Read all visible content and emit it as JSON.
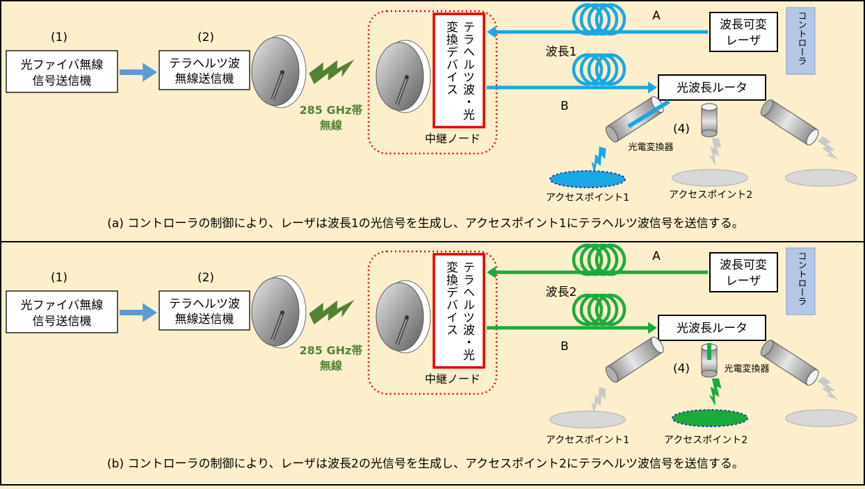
{
  "panels": [
    {
      "id": "a",
      "label_1": "(1)",
      "label_2": "(2)",
      "tx1_lines": [
        "光ファイバ無線",
        "信号送信機"
      ],
      "tx2_lines": [
        "テラヘルツ波",
        "無線送信機"
      ],
      "band_lines": [
        "285 GHz帯",
        "無線"
      ],
      "converter_lines": [
        "テラヘルツ波・光",
        "変換デバイス"
      ],
      "relay_label": "中継ノード",
      "laser_lines": [
        "波長可変",
        "レーザ"
      ],
      "router_label": "光波長ルータ",
      "controller_label": "コントローラ",
      "fiber_a": "A",
      "fiber_b": "B",
      "wavelength": "波長1",
      "label_4": "(4)",
      "photo_converter": "光電変換器",
      "ap1": "アクセスポイント1",
      "ap2": "アクセスポイント2",
      "caption": "(a) コントローラの制御により、レーザは波長1の光信号を生成し、アクセスポイント1にテラヘルツ波信号を送信する。",
      "active_color": "#1ba7e1",
      "active_ap": 1
    },
    {
      "id": "b",
      "label_1": "(1)",
      "label_2": "(2)",
      "tx1_lines": [
        "光ファイバ無線",
        "信号送信機"
      ],
      "tx2_lines": [
        "テラヘルツ波",
        "無線送信機"
      ],
      "band_lines": [
        "285 GHz帯",
        "無線"
      ],
      "converter_lines": [
        "テラヘルツ波・光",
        "変換デバイス"
      ],
      "relay_label": "中継ノード",
      "laser_lines": [
        "波長可変",
        "レーザ"
      ],
      "router_label": "光波長ルータ",
      "controller_label": "コントローラ",
      "fiber_a": "A",
      "fiber_b": "B",
      "wavelength": "波長2",
      "label_4": "(4)",
      "photo_converter": "光電変換器",
      "ap1": "アクセスポイント1",
      "ap2": "アクセスポイント2",
      "caption": "(b) コントローラの制御により、レーザは波長2の光信号を生成し、アクセスポイント2にテラヘルツ波信号を送信する。",
      "active_color": "#1aab3c",
      "active_ap": 2
    }
  ],
  "colors": {
    "background": "#fdefcc",
    "input_arrow": "#5b9bd5",
    "wireless": "#548235",
    "relay_border": "#e60000",
    "controller_fill": "#b4c7e7",
    "inactive": "#c9c9c9"
  }
}
